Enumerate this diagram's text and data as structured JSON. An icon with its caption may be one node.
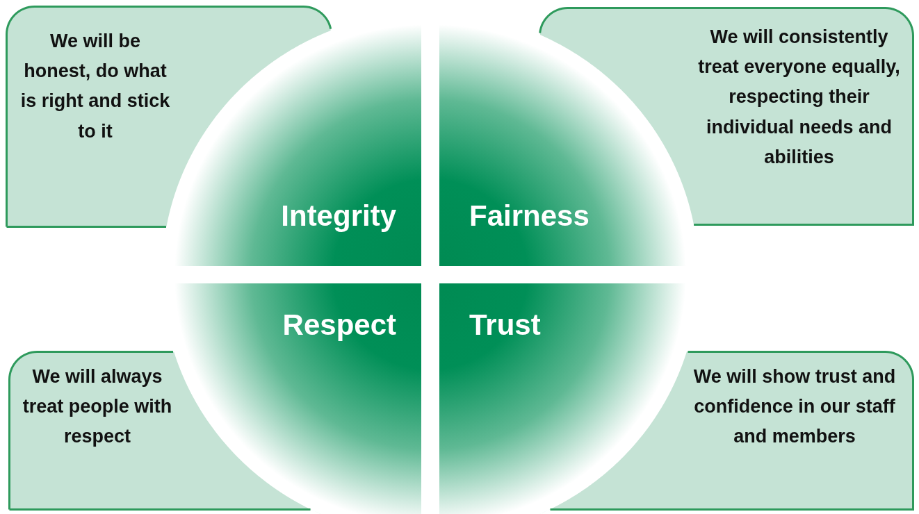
{
  "diagram": {
    "nodes": [
      {
        "text": [
          "We will be honest, do what is right and stick to it"
        ]
      },
      {
        "text": [
          "Integrity"
        ]
      },
      {
        "text": [
          "Fairness"
        ]
      },
      {
        "text": [
          "We will consistently treat everyone equally, respecting their individual needs and abilities"
        ]
      },
      {
        "text": [
          "Respect"
        ]
      },
      {
        "text": [
          "Trust"
        ]
      },
      {
        "text": [
          "We will always treat people with respect"
        ]
      },
      {
        "text": [
          "We will show trust and confidence in our staff and members"
        ]
      }
    ]
  }
}
